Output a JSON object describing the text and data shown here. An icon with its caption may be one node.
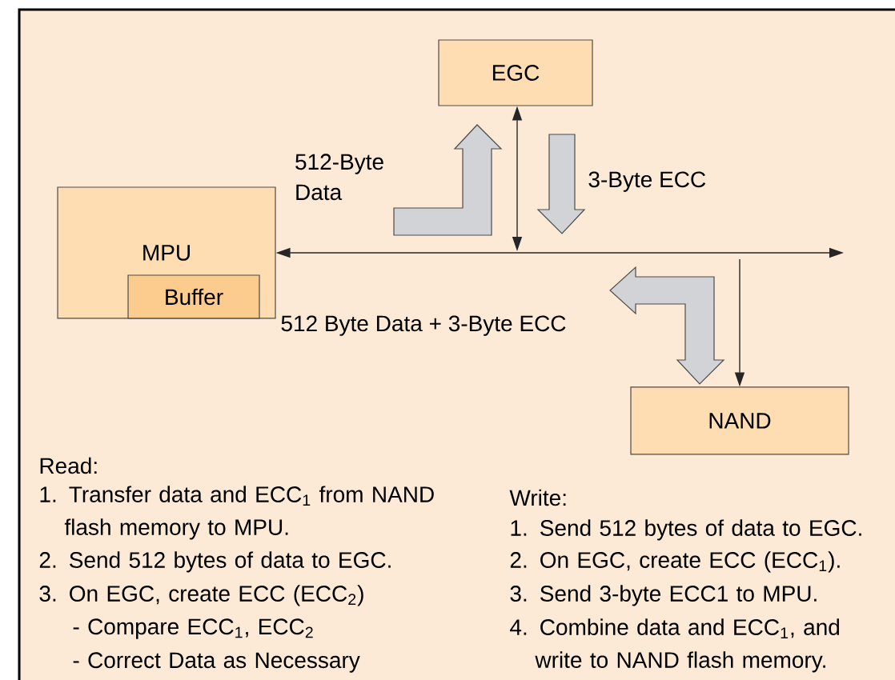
{
  "diagram": {
    "nodes": [
      {
        "text": [
          "MPU"
        ]
      },
      {
        "text": [
          "Buffer"
        ],
        "in": 0
      },
      {
        "text": [
          "EGC"
        ]
      },
      {
        "text": [
          "NAND"
        ]
      }
    ],
    "edges": [
      {
        "from": 0,
        "to": null,
        "arrow": "both"
      },
      {
        "from": 2,
        "to": null,
        "arrow": "both"
      },
      {
        "from": null,
        "to": 3,
        "arrow": "to"
      }
    ],
    "labels": [
      "512-Byte Data",
      "3-Byte ECC",
      "512 Byte Data + 3-Byte ECC",
      "Read:",
      "1. Transfer data and ECC$_{1}$ from NAND flash memory to MPU.",
      "2. Send 512 bytes of data to EGC.",
      "3. On EGC, create ECC (ECC$_{2}$)",
      "- Compare ECC$_{1}$, ECC$_{2}$",
      "- Correct Data as Necessary",
      "Write:",
      "1. Send 512 bytes of data to EGC.",
      "2. On EGC, create ECC (ECC$_{1}$).",
      "3. Send 3-byte ECC1 to MPU.",
      "4. Combine data and ECC$_{1}$, and write to NAND flash memory."
    ]
  }
}
